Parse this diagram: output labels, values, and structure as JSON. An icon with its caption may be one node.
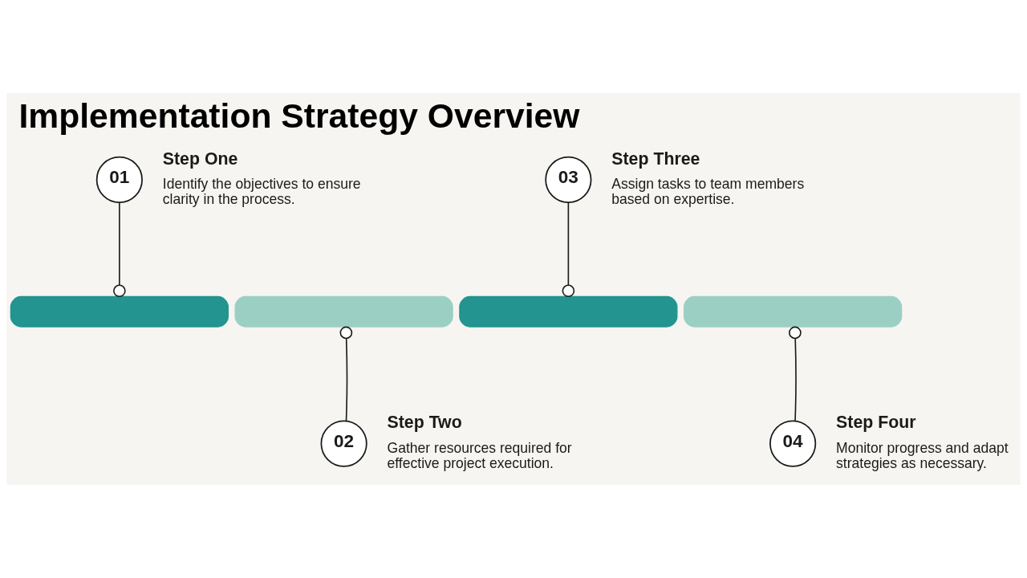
{
  "diagram": {
    "title": "Implementation Strategy Overview",
    "nodes": [
      {
        "text": [
          "01"
        ],
        "beside": [
          "Step One",
          "Identify the objectives to ensure clarity in the process."
        ]
      },
      {
        "text": [
          "02"
        ],
        "beside": [
          "Step Two",
          "Gather resources required for effective project execution."
        ]
      },
      {
        "text": [
          "03"
        ],
        "beside": [
          "Step Three",
          "Assign tasks to team members based on expertise."
        ]
      },
      {
        "text": [
          "04"
        ],
        "beside": [
          "Step Four",
          "Monitor progress and adapt strategies as necessary."
        ]
      },
      {
        "text": [],
        "shape": "bar"
      },
      {
        "text": [],
        "shape": "bar"
      },
      {
        "text": [],
        "shape": "bar"
      },
      {
        "text": [],
        "shape": "bar"
      }
    ],
    "edges": [
      {
        "from": 0,
        "to": 4,
        "arrow": "other"
      },
      {
        "from": 1,
        "to": 5,
        "arrow": "other"
      },
      {
        "from": 2,
        "to": 6,
        "arrow": "other"
      },
      {
        "from": 3,
        "to": 7,
        "arrow": "other"
      }
    ]
  }
}
